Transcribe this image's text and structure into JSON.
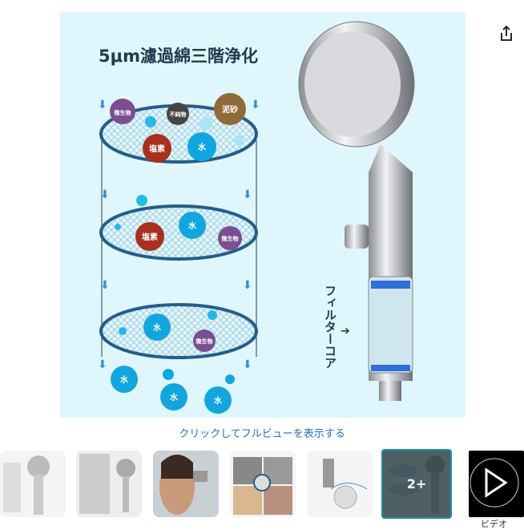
{
  "main_image": {
    "title": "5μm濾過綿三階浄化",
    "layer1": [
      "微生物",
      "不純物",
      "泥砂",
      "塩素",
      "水"
    ],
    "layer2": [
      "塩素",
      "水",
      "微生物"
    ],
    "layer3": [
      "水",
      "微生物"
    ],
    "output": [
      "水",
      "水",
      "水"
    ],
    "filter_label": "フィルターコア"
  },
  "share_icon": "share-icon",
  "caption": "クリックしてフルビューを表示する",
  "thumbnails": [
    {
      "name": "thumb-1"
    },
    {
      "name": "thumb-2"
    },
    {
      "name": "thumb-3"
    },
    {
      "name": "thumb-4"
    },
    {
      "name": "thumb-5"
    },
    {
      "name": "thumb-6",
      "overlay": "2+"
    },
    {
      "name": "thumb-video",
      "label": "ビデオ"
    }
  ],
  "colors": {
    "accent": "#1a8fa6",
    "link": "#2a6ebb",
    "bg": "#dff7fc"
  }
}
